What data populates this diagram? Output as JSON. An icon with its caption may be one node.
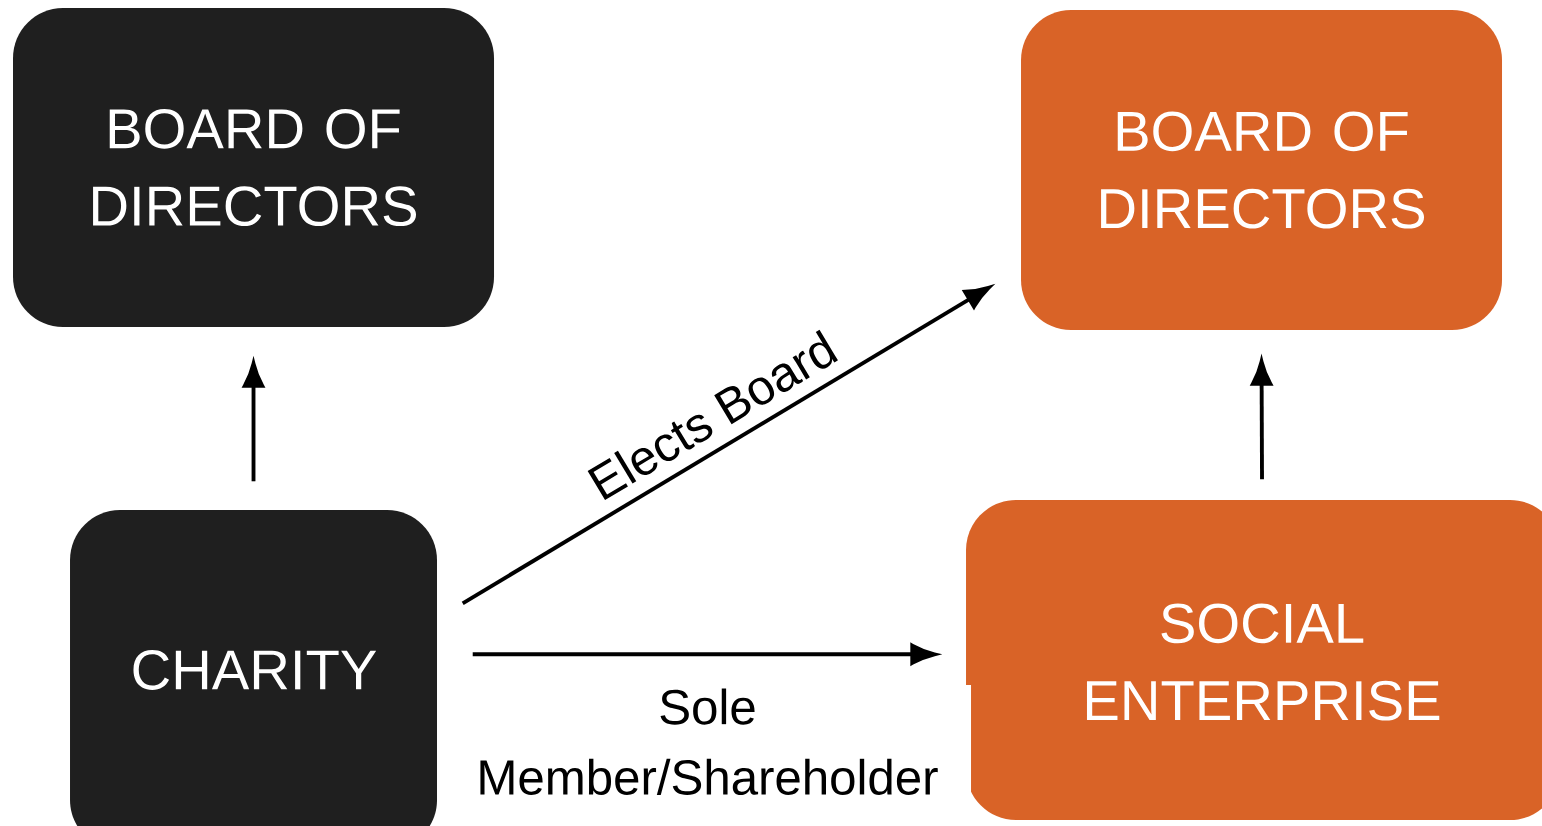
{
  "diagram": {
    "nodes": [
      {
        "text": [
          "BOARD OF DIRECTORS"
        ]
      },
      {
        "text": [
          "BOARD OF DIRECTORS"
        ]
      },
      {
        "text": [
          "CHARITY"
        ]
      },
      {
        "text": [
          "SOCIAL ENTERPRISE"
        ]
      }
    ],
    "edges": [
      {
        "from": 2,
        "to": 0,
        "arrow": "to"
      },
      {
        "from": 2,
        "to": 1,
        "arrow": "to",
        "label": "Elects Board"
      },
      {
        "from": 2,
        "to": 3,
        "arrow": "to",
        "label": "Sole Member/Shareholder"
      },
      {
        "from": 3,
        "to": 1,
        "arrow": "to"
      }
    ]
  }
}
